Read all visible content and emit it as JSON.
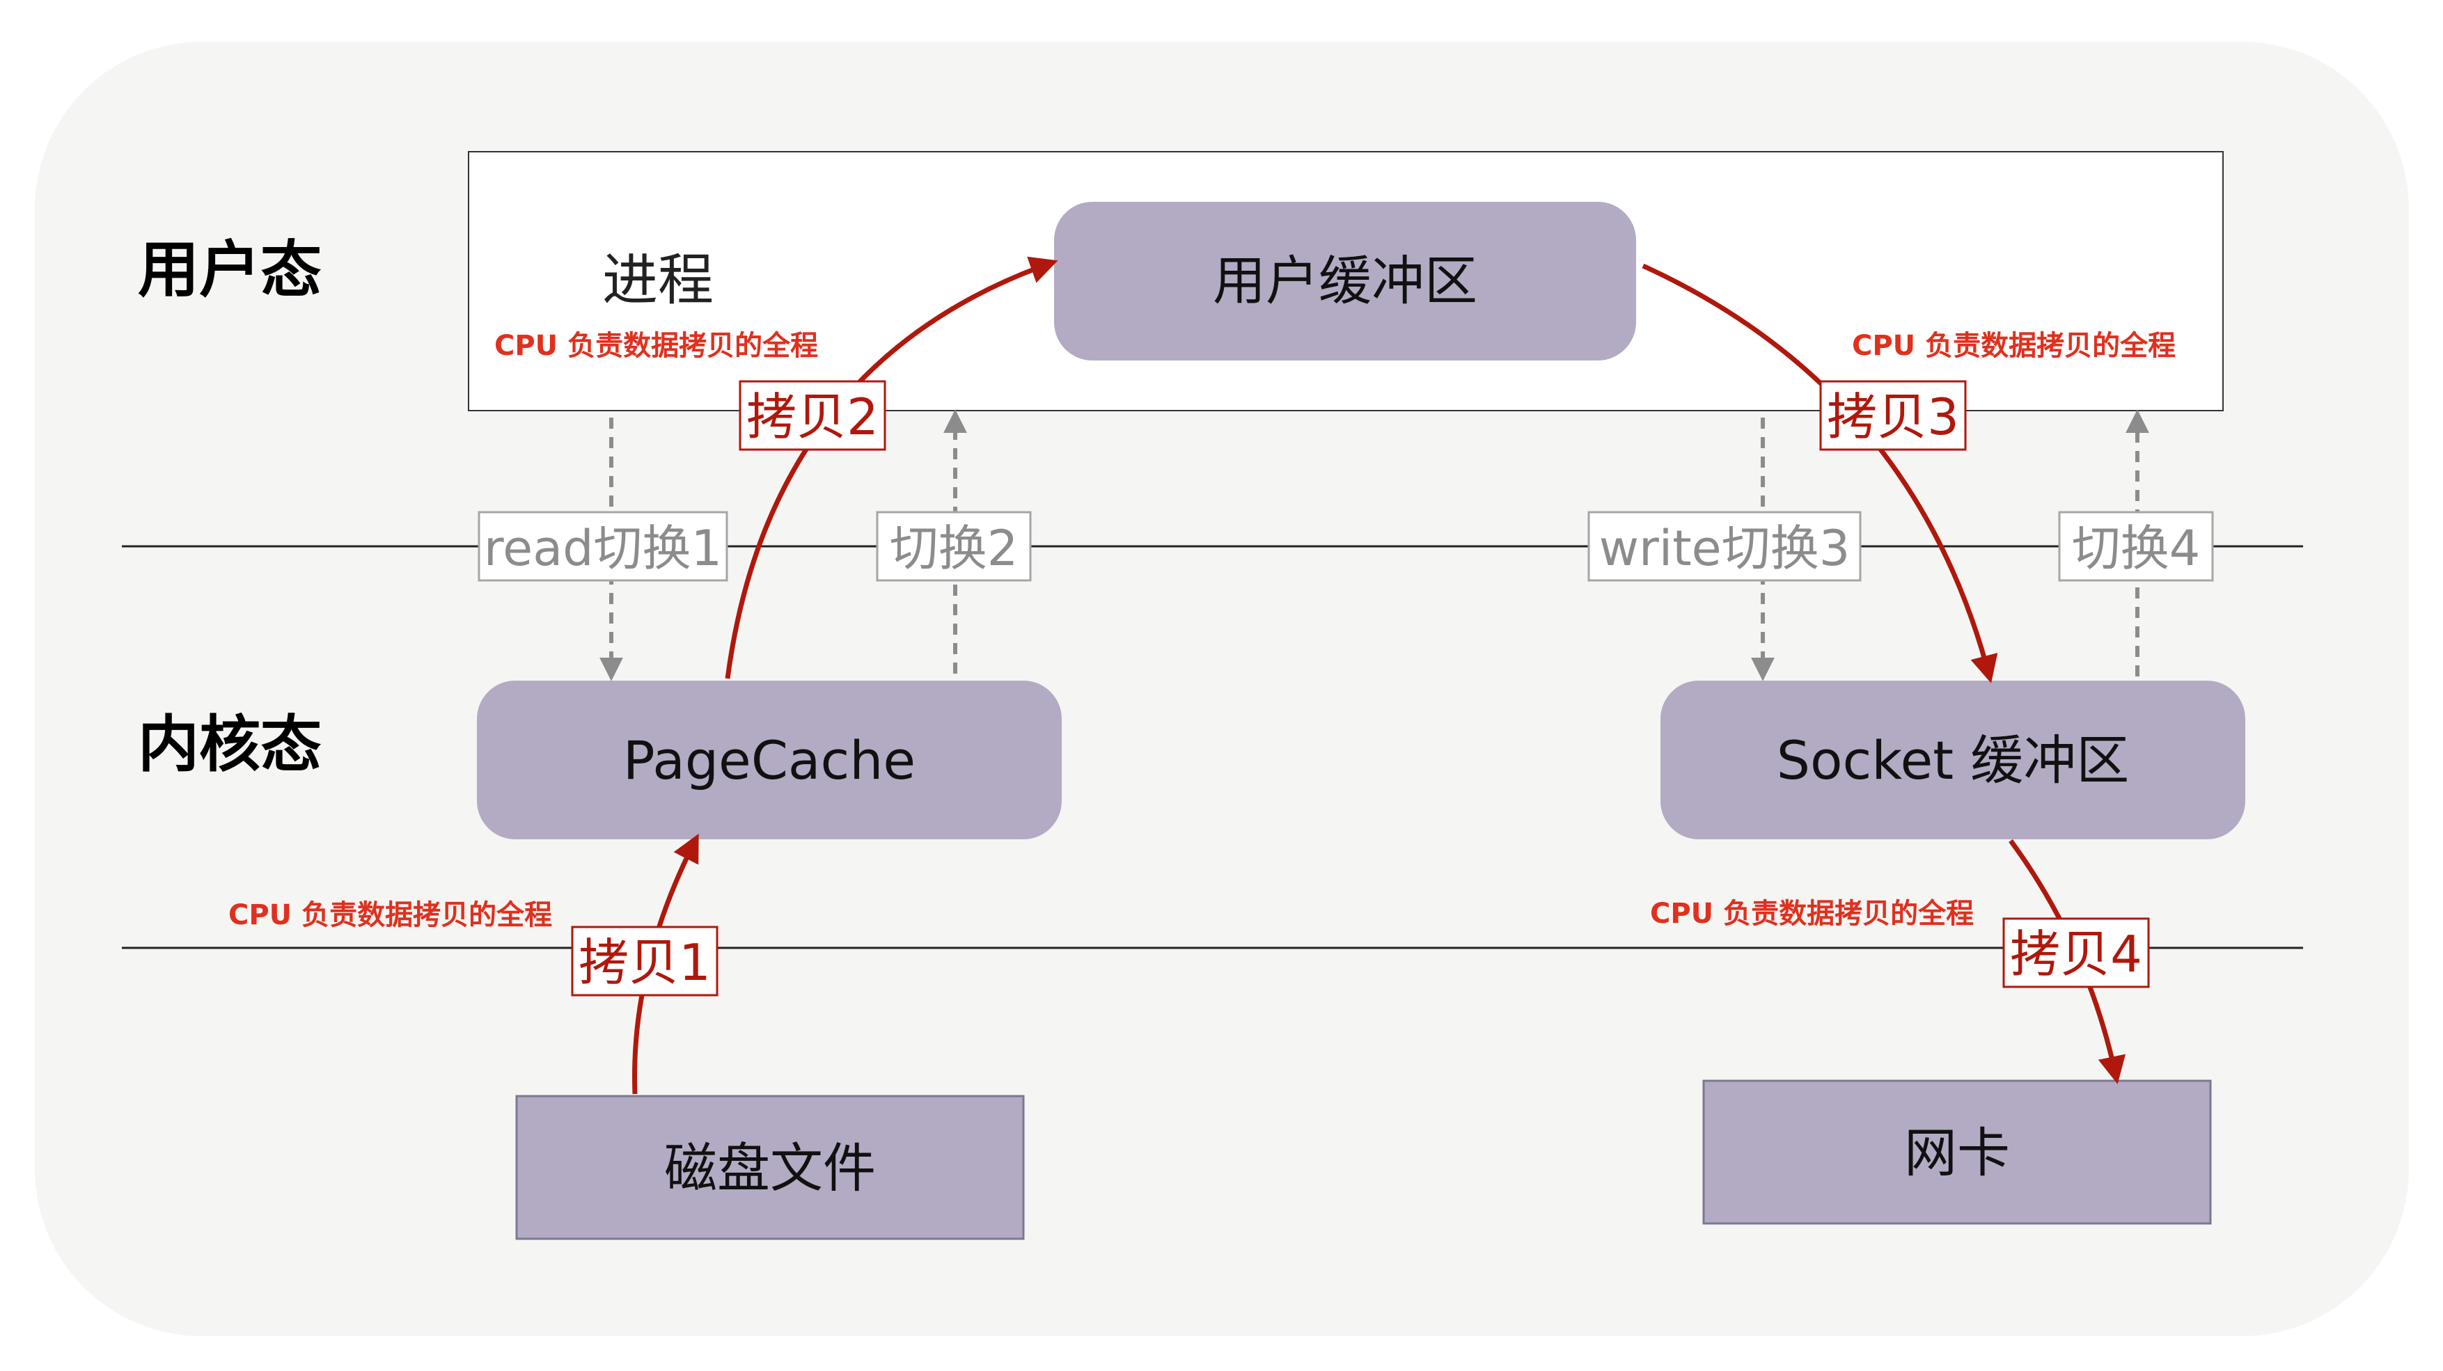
{
  "zones": {
    "user_mode": "用户态",
    "kernel_mode": "内核态"
  },
  "process_label": "进程",
  "boxes": {
    "user_buffer": "用户缓冲区",
    "page_cache": "PageCache",
    "socket_buffer": "Socket 缓冲区",
    "disk_file": "磁盘文件",
    "nic": "网卡"
  },
  "switches": {
    "s1": "read切换1",
    "s2": "切换2",
    "s3": "write切换3",
    "s4": "切换4"
  },
  "copies": {
    "c1": "拷贝1",
    "c2": "拷贝2",
    "c3": "拷贝3",
    "c4": "拷贝4"
  },
  "cpu_notes": {
    "n1": "CPU 负责数据拷贝的全程",
    "n2": "CPU 负责数据拷贝的全程",
    "n3": "CPU 负责数据拷贝的全程",
    "n4": "CPU 负责数据拷贝的全程"
  },
  "colors": {
    "box_fill": "#b3abc3",
    "copy_red": "#b0180c",
    "note_red": "#e0301e",
    "switch_gray": "#8c8c8c",
    "panel_bg": "#f5f5f4"
  }
}
